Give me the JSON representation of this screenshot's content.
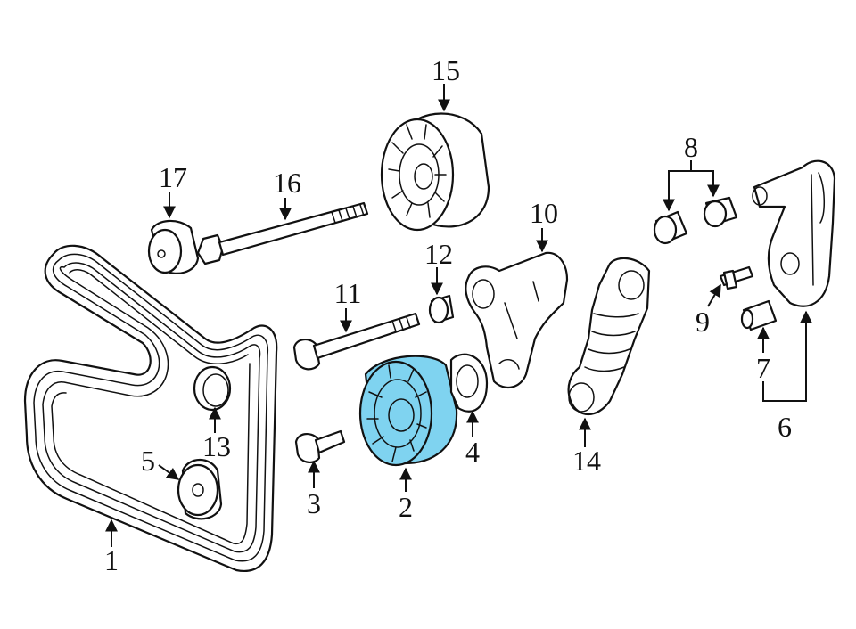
{
  "diagram": {
    "highlight_color": "#7fd3f0",
    "callouts": [
      {
        "id": "c1",
        "label": "1"
      },
      {
        "id": "c2",
        "label": "2"
      },
      {
        "id": "c3",
        "label": "3"
      },
      {
        "id": "c4",
        "label": "4"
      },
      {
        "id": "c5",
        "label": "5"
      },
      {
        "id": "c6",
        "label": "6"
      },
      {
        "id": "c7",
        "label": "7"
      },
      {
        "id": "c8",
        "label": "8"
      },
      {
        "id": "c9",
        "label": "9"
      },
      {
        "id": "c10",
        "label": "10"
      },
      {
        "id": "c11",
        "label": "11"
      },
      {
        "id": "c12",
        "label": "12"
      },
      {
        "id": "c13",
        "label": "13"
      },
      {
        "id": "c14",
        "label": "14"
      },
      {
        "id": "c15",
        "label": "15"
      },
      {
        "id": "c16",
        "label": "16"
      },
      {
        "id": "c17",
        "label": "17"
      }
    ]
  }
}
